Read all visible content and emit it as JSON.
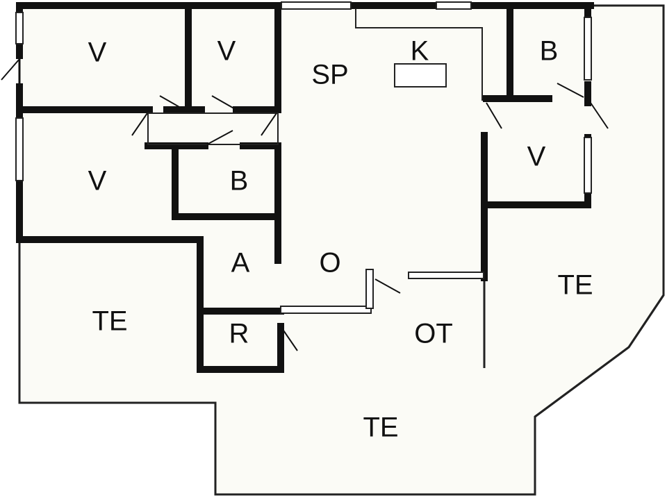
{
  "colors": {
    "floor": "#fbfbf6",
    "wall": "#111111",
    "thin_line": "#222222",
    "background": "#ffffff"
  },
  "rooms": {
    "bedroom_top_left": "V",
    "bedroom_top_mid": "V",
    "bedroom_left": "V",
    "bedroom_right": "V",
    "dining": "SP",
    "kitchen": "K",
    "bath_top_right": "B",
    "bath_mid": "B",
    "hall": "A",
    "living": "O",
    "laundry": "R",
    "open_terrace": "OT",
    "terrace_left": "TE",
    "terrace_right": "TE",
    "terrace_bottom": "TE"
  }
}
